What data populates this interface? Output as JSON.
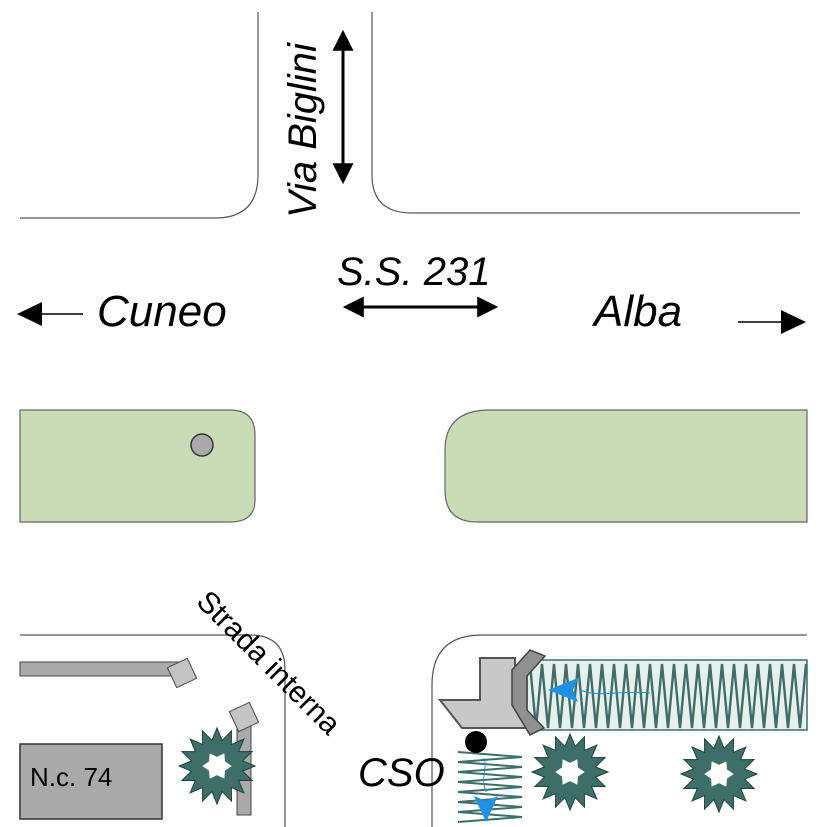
{
  "labels": {
    "via_biglini": "Via Biglini",
    "ss231": "S.S. 231",
    "cuneo": "Cuneo",
    "alba": "Alba",
    "strada_interna": "Strada interna",
    "cso": "CSO",
    "building": "N.c. 74"
  },
  "colors": {
    "median": "#c9dcb5",
    "building": "#aaaaaa",
    "drain": "#bdbdbd",
    "hedge": "#3d6e67",
    "flow": "#1e90e6",
    "curb": "#707070"
  },
  "icons": {
    "hedge": "zigzag-hedge",
    "tree": "shrub-ring",
    "flow": "water-flow-arrow"
  }
}
